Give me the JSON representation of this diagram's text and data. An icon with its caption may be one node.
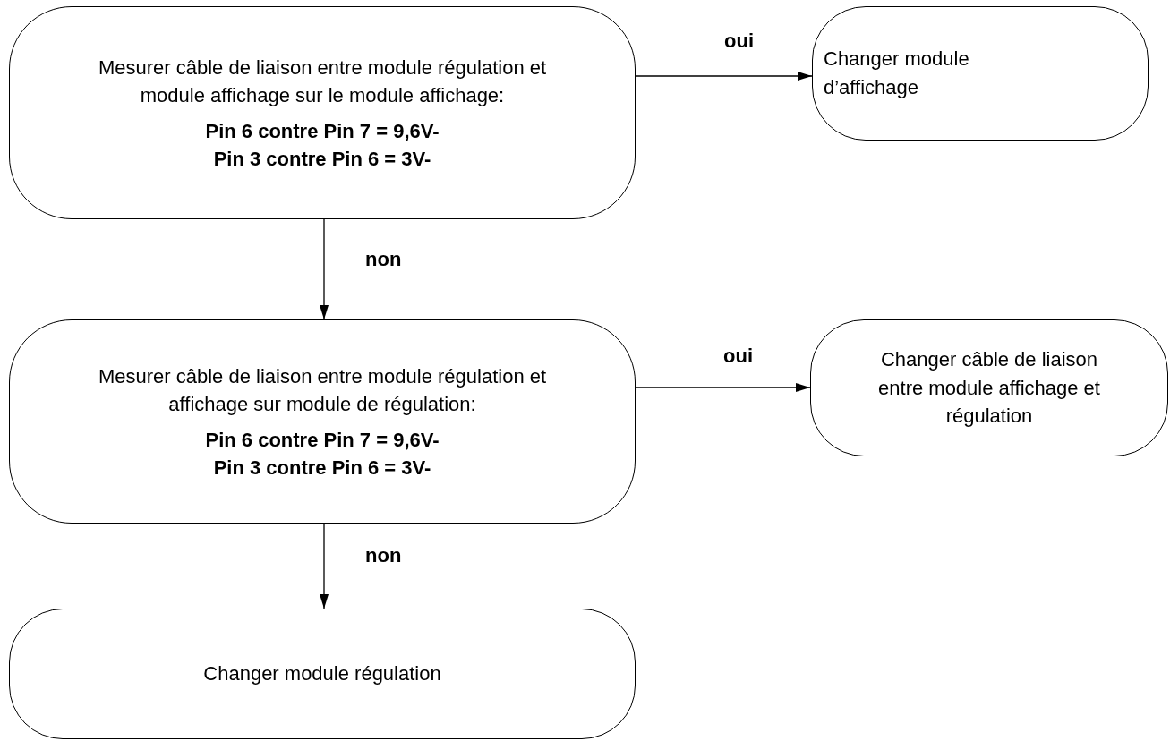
{
  "diagram": {
    "nodes": [
      {
        "text": [
          "Mesurer câble de liaison entre module régulation et module affichage sur le module affichage:",
          "Pin 6 contre Pin 7 = 9,6V-",
          "Pin 3 contre Pin 6 = 3V-"
        ]
      },
      {
        "text": [
          "Changer module d’affichage"
        ]
      },
      {
        "text": [
          "Mesurer câble de liaison entre module régulation et affichage sur module de régulation:",
          "Pin 6 contre Pin 7 = 9,6V-",
          "Pin 3 contre Pin 6 = 3V-"
        ]
      },
      {
        "text": [
          "Changer câble de liaison entre module affichage et régulation"
        ]
      },
      {
        "text": [
          "Changer module régulation"
        ]
      }
    ],
    "edges": [
      {
        "from": 0,
        "to": 1,
        "arrow": "to",
        "label": "oui"
      },
      {
        "from": 0,
        "to": 2,
        "arrow": "to",
        "label": "non"
      },
      {
        "from": 2,
        "to": 3,
        "arrow": "to",
        "label": "oui"
      },
      {
        "from": 2,
        "to": 4,
        "arrow": "to",
        "label": "non"
      }
    ]
  }
}
